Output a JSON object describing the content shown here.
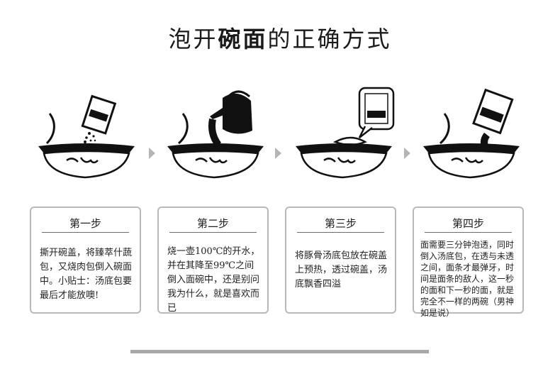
{
  "title": {
    "part1": "泡开",
    "bold": "碗面",
    "part2": "的正确方式"
  },
  "steps": [
    {
      "title": "第一步",
      "body": "撕开碗盖，将臻萃什蔬包，又烧肉包倒入碗面中。小贴士：汤底包要最后才能放噢!"
    },
    {
      "title": "第二步",
      "body": "烧一壶100℃的开水，并在其降至99℃之间倒入面碗中，还是别问我为什么，就是喜欢而已"
    },
    {
      "title": "第三步",
      "body": "将豚骨汤底包放在碗盖上预热，透过碗盖，汤底飘香四溢"
    },
    {
      "title": "第四步",
      "body": "面需要三分钟泡透，同时倒入汤底包，在透与未透之间，面条才最弹牙，时间是面条的敌人，这一秒的面和下一秒的面，就是完全不一样的两碗（男神如是说）"
    }
  ],
  "icons": {
    "bowl": "noodle-bowl-icon",
    "arrow": "step-arrow-icon"
  },
  "colors": {
    "text": "#222222",
    "border": "#b9b9b9",
    "arrow": "#b5b5b5"
  }
}
